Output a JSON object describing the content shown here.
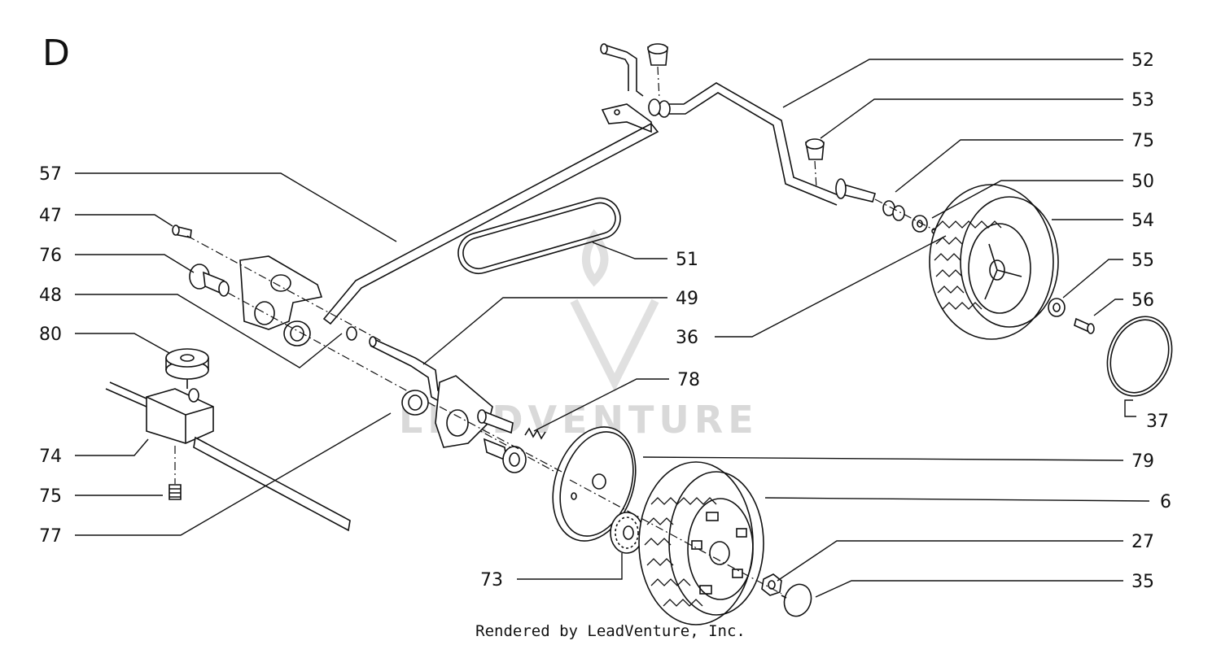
{
  "section_letter": "D",
  "footer": "Rendered by LeadVenture, Inc.",
  "watermark": "LEADVENTURE",
  "callouts": [
    {
      "id": "c52",
      "text": "52"
    },
    {
      "id": "c53",
      "text": "53"
    },
    {
      "id": "c75a",
      "text": "75"
    },
    {
      "id": "c50",
      "text": "50"
    },
    {
      "id": "c54",
      "text": "54"
    },
    {
      "id": "c55",
      "text": "55"
    },
    {
      "id": "c56",
      "text": "56"
    },
    {
      "id": "c37",
      "text": "37"
    },
    {
      "id": "c79",
      "text": "79"
    },
    {
      "id": "c6",
      "text": "6"
    },
    {
      "id": "c27",
      "text": "27"
    },
    {
      "id": "c35",
      "text": "35"
    },
    {
      "id": "c57",
      "text": "57"
    },
    {
      "id": "c47",
      "text": "47"
    },
    {
      "id": "c76",
      "text": "76"
    },
    {
      "id": "c48",
      "text": "48"
    },
    {
      "id": "c80",
      "text": "80"
    },
    {
      "id": "c74",
      "text": "74"
    },
    {
      "id": "c75b",
      "text": "75"
    },
    {
      "id": "c77",
      "text": "77"
    },
    {
      "id": "c51",
      "text": "51"
    },
    {
      "id": "c49",
      "text": "49"
    },
    {
      "id": "c36",
      "text": "36"
    },
    {
      "id": "c78",
      "text": "78"
    },
    {
      "id": "c73",
      "text": "73"
    }
  ]
}
